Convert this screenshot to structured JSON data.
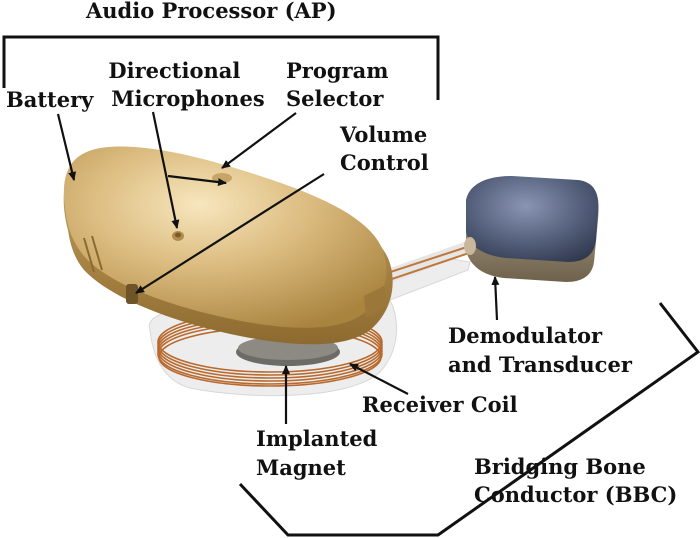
{
  "title": "Audio Processor (AP)",
  "labels": {
    "battery": "Battery",
    "directional_microphones": [
      "Directional",
      "Microphones"
    ],
    "program_selector": [
      "Program",
      "Selector"
    ],
    "volume_control": [
      "Volume",
      "Control"
    ],
    "demodulator_transducer": [
      "Demodulator",
      "and Transducer"
    ],
    "receiver_coil": "Receiver Coil",
    "implanted_magnet": [
      "Implanted",
      "Magnet"
    ],
    "bbc": [
      "Bridging Bone",
      "Conductor (BBC)"
    ]
  },
  "colors": {
    "processor_body": "#d7b476",
    "processor_shadow": "#a07c3e",
    "coil_copper": "#b86a2e",
    "transducer_body": "#4f5a74",
    "ink": "#111111"
  }
}
